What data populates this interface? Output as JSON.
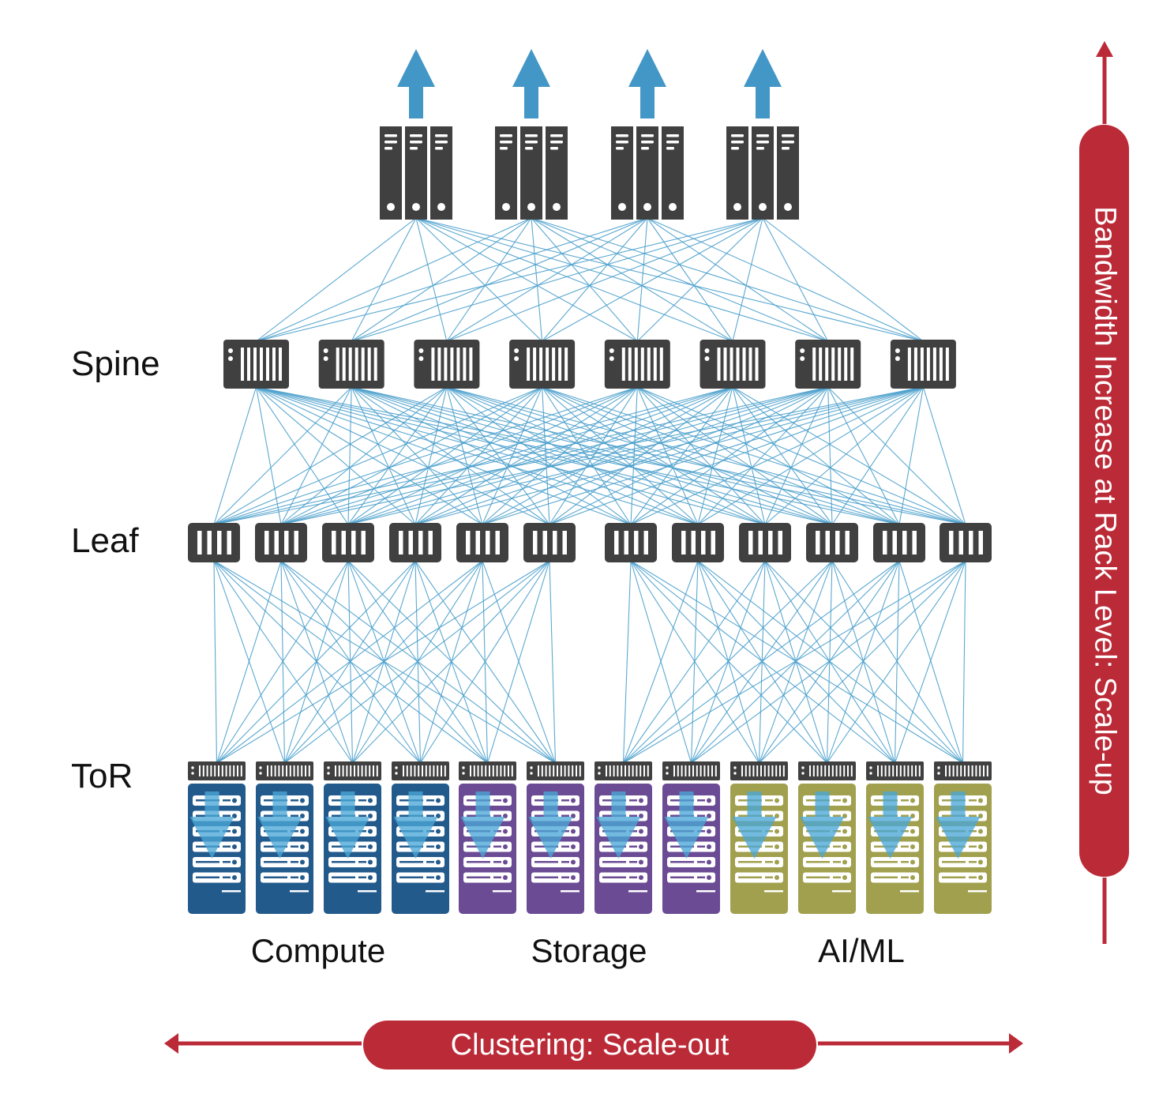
{
  "tiers": {
    "spine_label": "Spine",
    "leaf_label": "Leaf",
    "tor_label": "ToR"
  },
  "groups": [
    {
      "label": "Compute",
      "color": "#235a8c",
      "racks": 4
    },
    {
      "label": "Storage",
      "color": "#6a4b94",
      "racks": 4
    },
    {
      "label": "AI/ML",
      "color": "#a0a04e",
      "racks": 4
    }
  ],
  "topology": {
    "core_switch_groups": 4,
    "spine_switches": 8,
    "leaf_switches": 12,
    "tor_switches": 12,
    "pods": [
      {
        "leaves": [
          0,
          1,
          2,
          3,
          4,
          5
        ],
        "tors": [
          0,
          1,
          2,
          3,
          4,
          5
        ]
      },
      {
        "leaves": [
          6,
          7,
          8,
          9,
          10,
          11
        ],
        "tors": [
          6,
          7,
          8,
          9,
          10,
          11
        ]
      }
    ],
    "core_to_spine": "full-mesh",
    "spine_to_leaf": "full-mesh",
    "leaf_to_tor": "full-mesh-within-pod"
  },
  "axes": {
    "horizontal_label": "Clustering: Scale-out",
    "vertical_label": "Bandwidth Increase at Rack Level: Scale-up"
  },
  "colors": {
    "link": "#4a9fcc",
    "switch": "#404040",
    "arrow": "#4297c6",
    "accent_red": "#bb2a37"
  }
}
